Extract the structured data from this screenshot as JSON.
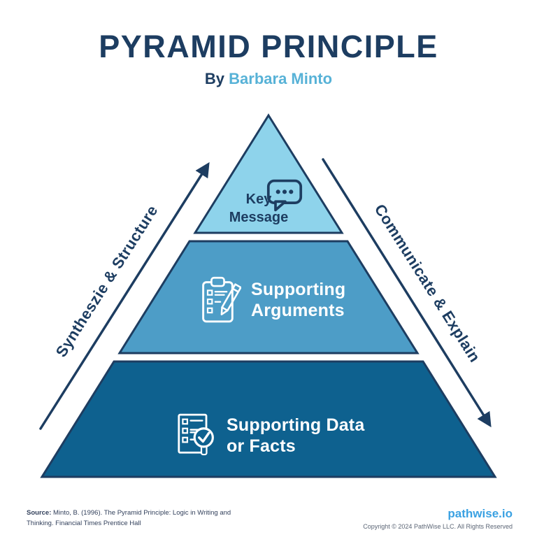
{
  "header": {
    "title": "PYRAMID PRINCIPLE",
    "subtitle_prefix": "By",
    "subtitle_author": "Barbara Minto"
  },
  "pyramid": {
    "left_arrow_label": "Syntheszie & Structure",
    "right_arrow_label": "Communicate & Explain",
    "tiers": [
      {
        "name": "key-message",
        "line1": "Key",
        "line2": "Message",
        "icon": "speech-bubble-icon",
        "fill": "#8ed3eb"
      },
      {
        "name": "supporting-arguments",
        "line1": "Supporting",
        "line2": "Arguments",
        "icon": "clipboard-pencil-icon",
        "fill": "#4d9dc7"
      },
      {
        "name": "supporting-data-or-facts",
        "line1": "Supporting Data",
        "line2": "or Facts",
        "icon": "checklist-magnifier-icon",
        "fill": "#0e618f"
      }
    ]
  },
  "colors": {
    "navy": "#1d3d61",
    "tier1_fill": "#8ed3eb",
    "tier2_fill": "#4d9dc7",
    "tier3_fill": "#0e618f",
    "author_blue": "#57b2d7",
    "brand_blue": "#3aa1e2"
  },
  "footer": {
    "source_label": "Source:",
    "source_text_line1": "Minto, B. (1996). The Pyramid Principle: Logic in Writing and",
    "source_text_line2": "Thinking. Financial Times Prentice Hall",
    "brand": "pathwise.io",
    "copyright": "Copyright © 2024 PathWise LLC. All Rights Reserved"
  }
}
